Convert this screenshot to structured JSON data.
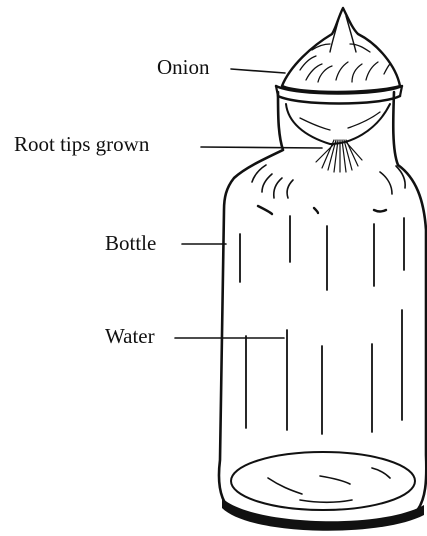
{
  "labels": {
    "onion": "Onion",
    "root_tips": "Root tips grown",
    "bottle": "Bottle",
    "water": "Water"
  }
}
